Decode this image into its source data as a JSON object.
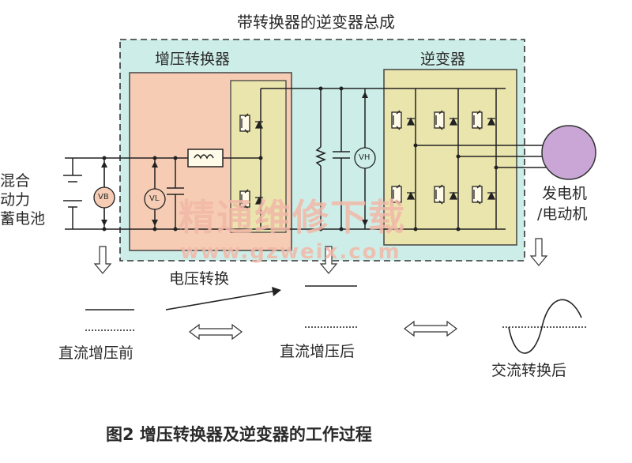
{
  "title": "带转换器的逆变器总成",
  "boost_label": "增压转换器",
  "inverter_label": "逆变器",
  "battery_label": [
    "混合",
    "动力",
    "蓄电池"
  ],
  "motor_label": [
    "发电机",
    "/电动机"
  ],
  "meters": {
    "vb": "VB",
    "vl": "VL",
    "vh": "VH"
  },
  "voltage_conversion_label": "电压转换",
  "stage_labels": [
    "直流增压前",
    "直流增压后",
    "交流转换后"
  ],
  "watermark_cn": "精通维修下载",
  "watermark_url": "www.gzweix.com",
  "caption": "图2  增压转换器及逆变器的工作过程",
  "colors": {
    "assembly_bg": "#cdeee8",
    "boost_bg": "#f6cdb4",
    "inverter_bg": "#eae5ad",
    "motor": "#c9a6d6",
    "watermark": "#f2b8a8"
  }
}
